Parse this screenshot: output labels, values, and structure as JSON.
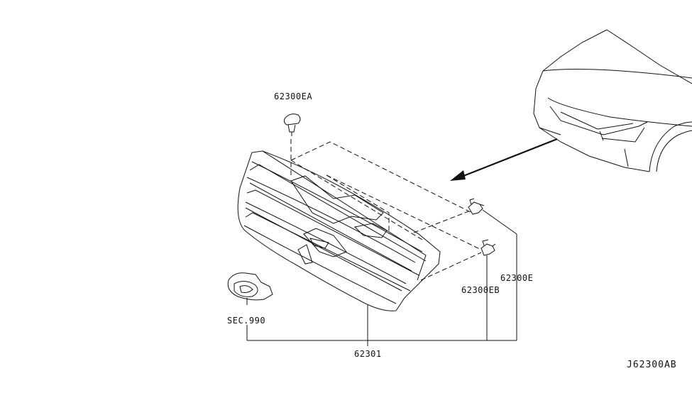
{
  "diagram": {
    "drawing_id": "J62300AB",
    "callouts": {
      "clip_ea": "62300EA",
      "clip_e": "62300E",
      "clip_eb": "62300EB",
      "grille_assembly": "62301",
      "emblem_ref": "SEC.990"
    },
    "colors": {
      "line": "#111111",
      "background": "#ffffff"
    }
  }
}
